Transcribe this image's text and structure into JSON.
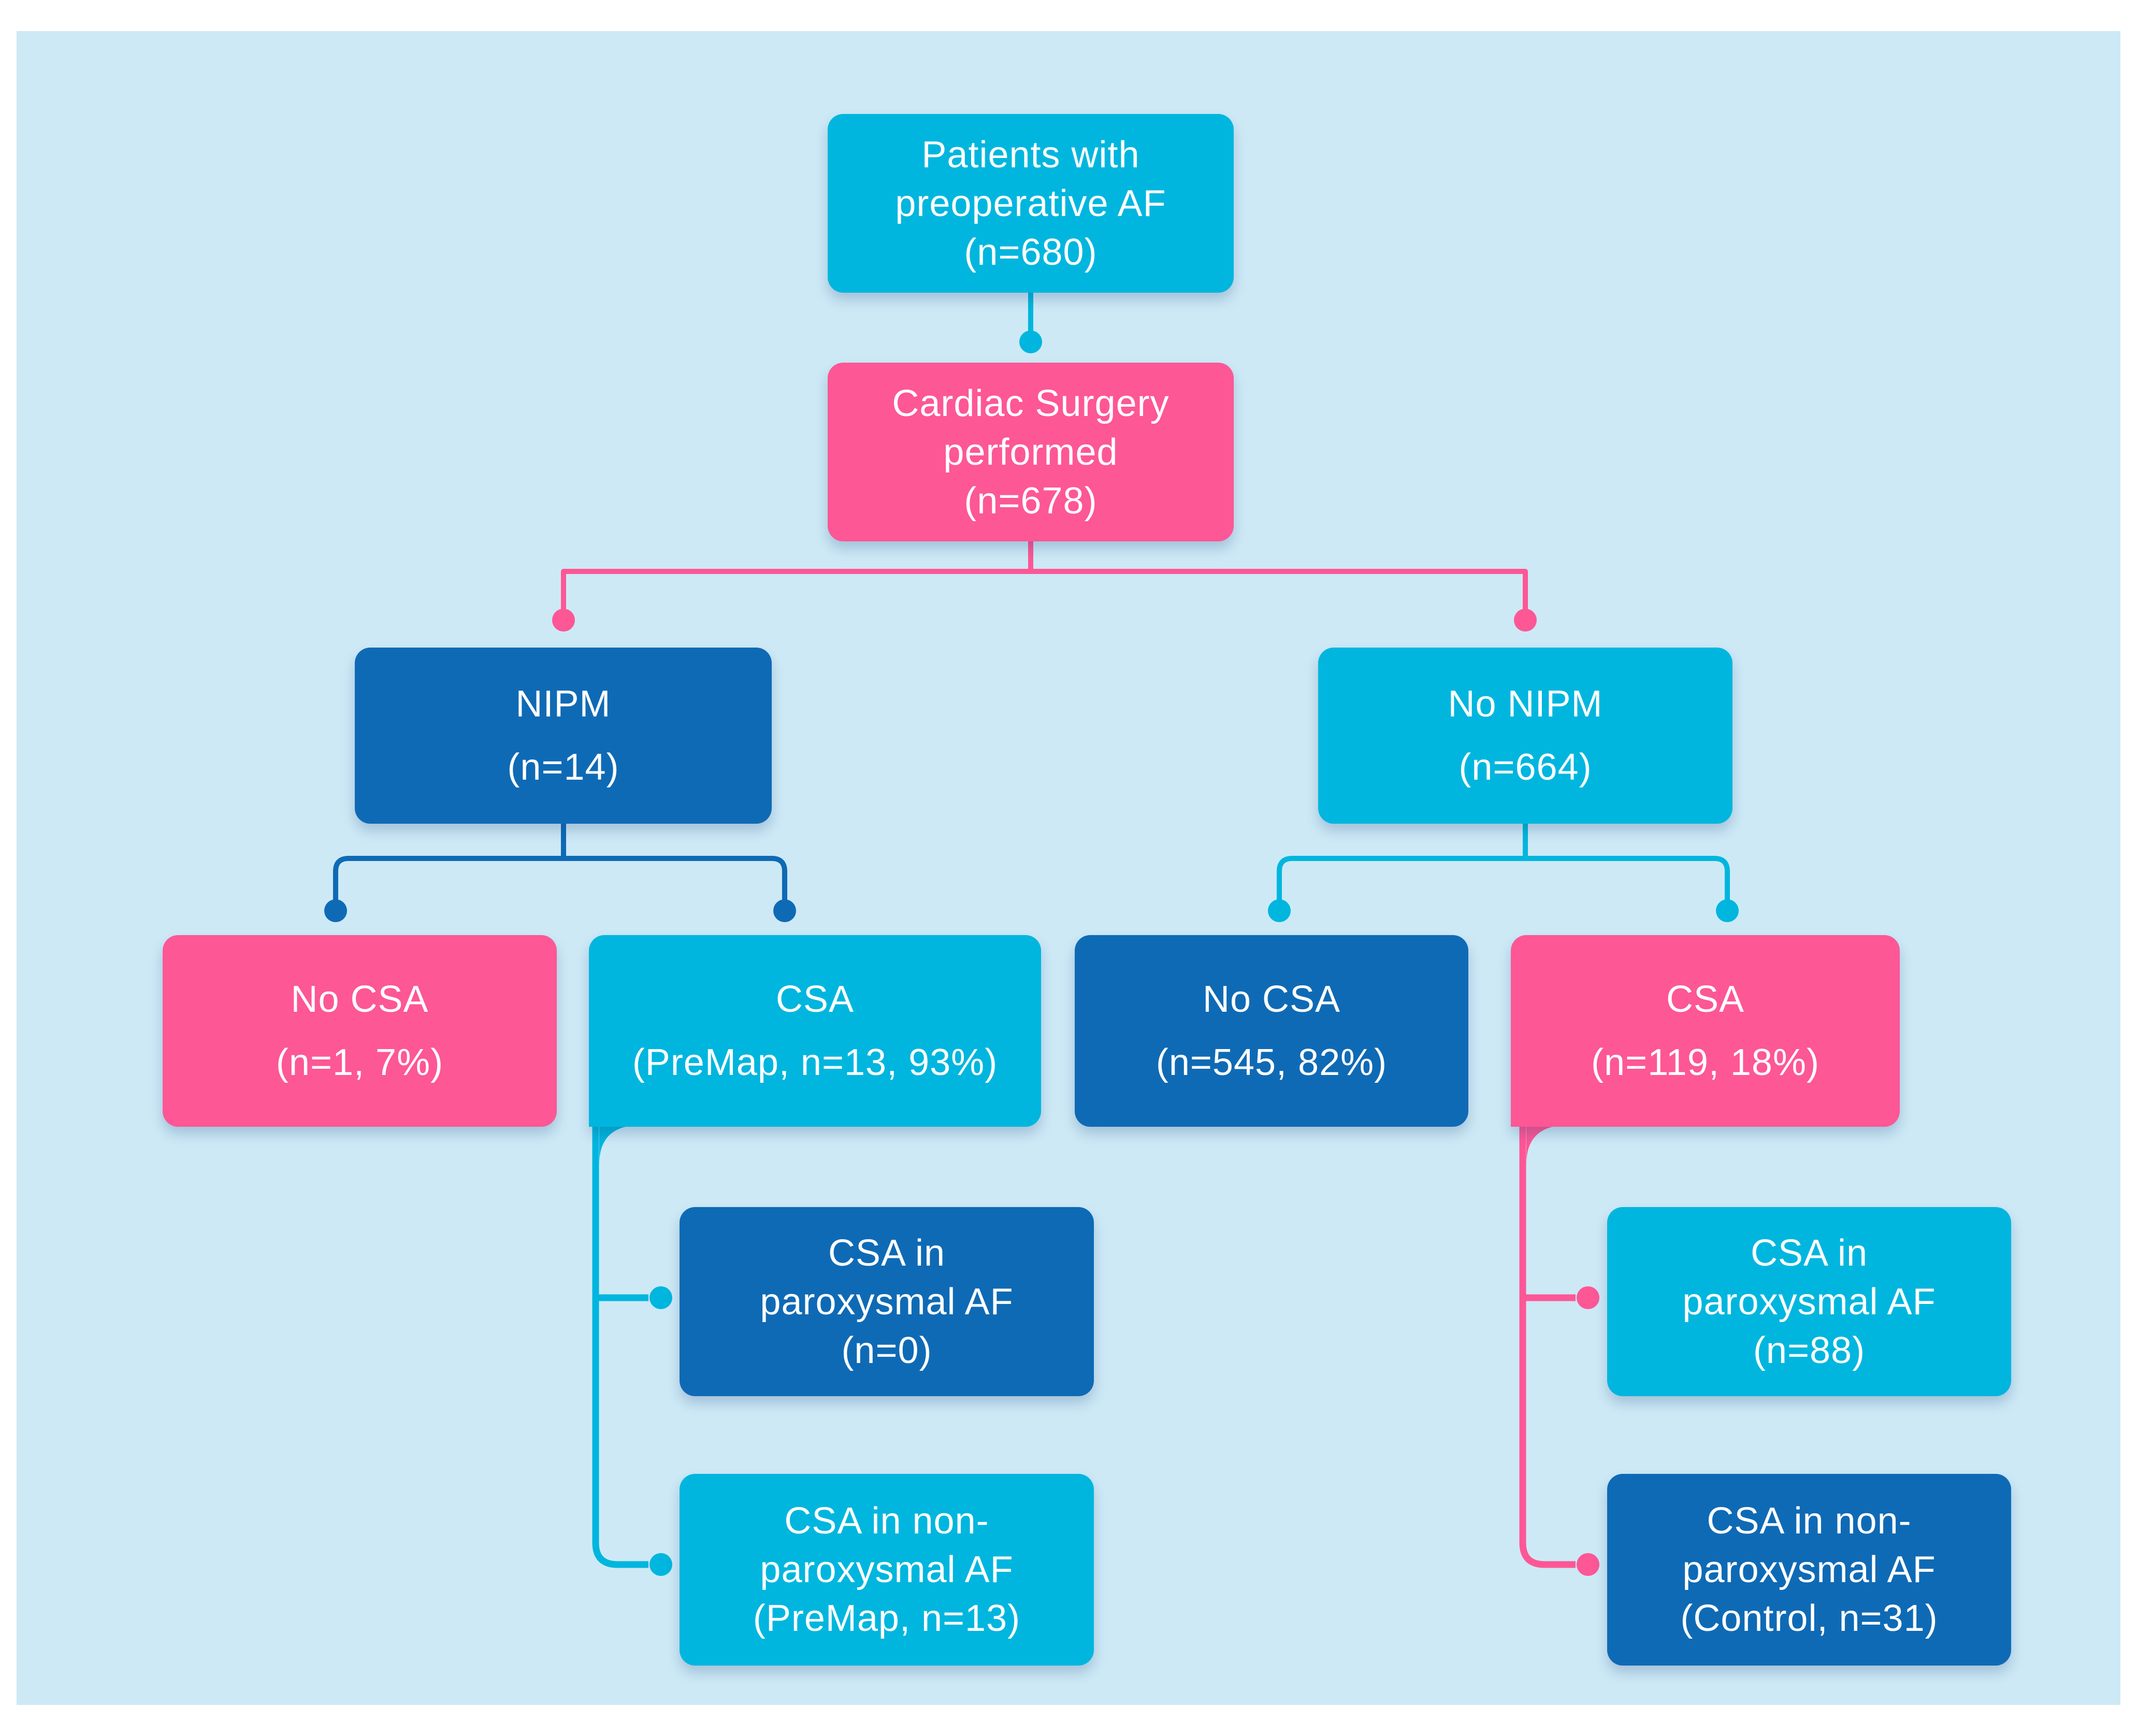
{
  "palette": {
    "cyan": "#00b6de",
    "pink": "#fd5795",
    "dark_blue": "#0f6ab5",
    "background": "#cde9f6",
    "page": "#ffffff",
    "text": "#ffffff"
  },
  "flowchart": {
    "nodes": {
      "patients": {
        "lines": [
          "Patients with",
          "preoperative AF",
          "(n=680)"
        ]
      },
      "surgery": {
        "lines": [
          "Cardiac Surgery",
          "performed",
          "(n=678)"
        ]
      },
      "nipm": {
        "lines": [
          "NIPM",
          "(n=14)"
        ]
      },
      "no_nipm": {
        "lines": [
          "No NIPM",
          "(n=664)"
        ]
      },
      "nipm_no_csa": {
        "lines": [
          "No CSA",
          "(n=1, 7%)"
        ]
      },
      "nipm_csa": {
        "lines": [
          "CSA",
          "(PreMap, n=13, 93%)"
        ]
      },
      "no_nipm_no_csa": {
        "lines": [
          "No CSA",
          "(n=545, 82%)"
        ]
      },
      "no_nipm_csa": {
        "lines": [
          "CSA",
          "(n=119, 18%)"
        ]
      },
      "nipm_csa_parox": {
        "lines": [
          "CSA in",
          "paroxysmal AF",
          "(n=0)"
        ]
      },
      "nipm_csa_nonparox": {
        "lines": [
          "CSA in non-",
          "paroxysmal AF",
          "(PreMap, n=13)"
        ]
      },
      "no_nipm_csa_parox": {
        "lines": [
          "CSA in",
          "paroxysmal AF",
          "(n=88)"
        ]
      },
      "no_nipm_csa_nonparox": {
        "lines": [
          "CSA in non-",
          "paroxysmal AF",
          "(Control, n=31)"
        ]
      }
    }
  }
}
